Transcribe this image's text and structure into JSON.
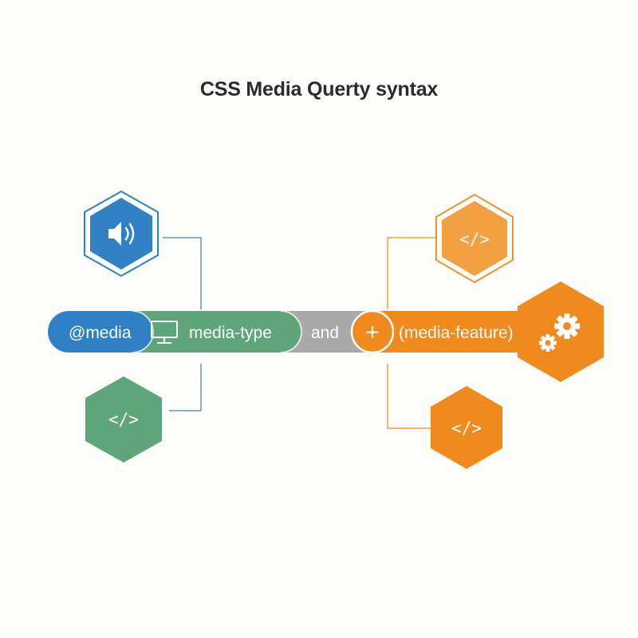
{
  "title": "CSS Media Querty syntax",
  "segments": {
    "media": "@media",
    "media_type": "media-type",
    "and": "and",
    "plus": "+",
    "media_feature": "(media-feature)"
  },
  "icons": {
    "top_left": "</>",
    "bottom_left": "</>",
    "top_right": "</>",
    "bottom_right": "</>"
  },
  "colors": {
    "blue": "#2f80c4",
    "green": "#5ea67a",
    "gray": "#a8a8a8",
    "orange": "#f0922f",
    "orange_dark": "#f08a1f"
  }
}
